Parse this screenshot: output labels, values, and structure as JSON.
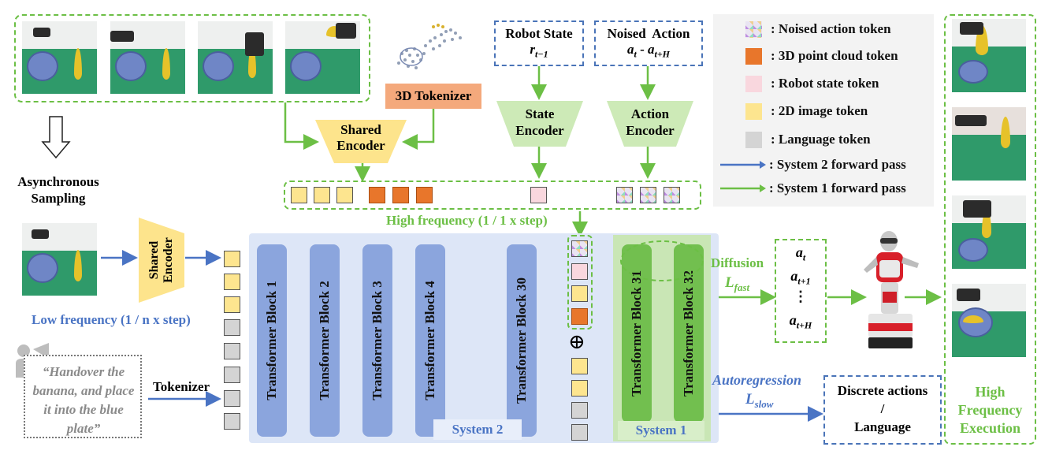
{
  "top": {
    "sampling_label_line1": "Asynchronous",
    "sampling_label_line2": "Sampling",
    "tokenizer_3d": "3D Tokenizer",
    "shared_encoder_line1": "Shared",
    "shared_encoder_line2": "Encoder",
    "robot_state_title": "Robot State",
    "robot_state_var": "r",
    "robot_state_sub": "t−1",
    "noised_action_title": "Noised  Action",
    "noised_action_var_a": "a",
    "noised_action_sub_a": "t",
    "noised_action_sep": " - ",
    "noised_action_var_b": "a",
    "noised_action_sub_b": "t+H",
    "state_encoder_line1": "State",
    "state_encoder_line2": "Encoder",
    "action_encoder_line1": "Action",
    "action_encoder_line2": "Encoder",
    "high_freq_label": "High frequency (1 / 1 x step)"
  },
  "legend": {
    "items": [
      {
        "label": ": Noised action token",
        "kind": "noise"
      },
      {
        "label": ": 3D point cloud token",
        "kind": "pointcloud"
      },
      {
        "label": ": Robot state token",
        "kind": "robotstate"
      },
      {
        "label": ": 2D image token",
        "kind": "image"
      },
      {
        "label": ": Language token",
        "kind": "language"
      }
    ],
    "system2_pass": ": System 2 forward pass",
    "system1_pass": ": System 1 forward pass",
    "color_system2": "#4a74c4",
    "color_system1": "#6cbf45"
  },
  "left": {
    "shared_encoder_line1": "Shared",
    "shared_encoder_line2": "Encoder",
    "low_freq_label": "Low frequency (1 / n x step)",
    "instruction": "“Handover the banana, and place it into the blue plate”",
    "tokenizer_label": "Tokenizer"
  },
  "transformer": {
    "blocks_s2": [
      "Transformer Block 1",
      "Transformer Block 2",
      "Transformer Block 3",
      "Transformer Block 4",
      "Transformer Block 30"
    ],
    "blocks_s1": [
      "Transformer Block 31",
      "Transformer Block 32"
    ],
    "system2_label": "System 2",
    "system1_label": "System 1",
    "oplus": "⊕"
  },
  "outputs": {
    "diffusion_label": "Diffusion",
    "l_fast_main": "L",
    "l_fast_sub": "fast",
    "actions": [
      {
        "var": "a",
        "sub": "t"
      },
      {
        "var": "a",
        "sub": "t+1"
      },
      {
        "var": "⋮",
        "sub": ""
      },
      {
        "var": "a",
        "sub": "t+H"
      }
    ],
    "autoregression_label": "Autoregression",
    "l_slow_main": "L",
    "l_slow_sub": "slow",
    "discrete_line1": "Discrete actions",
    "discrete_line2": "/",
    "discrete_line3": "Language",
    "execution_line1": "High",
    "execution_line2": "Frequency",
    "execution_line3": "Execution"
  },
  "colors": {
    "green": "#6cbf45",
    "blue": "#4a74c4",
    "tokenizer_orange": "#f4a97c",
    "encoder_yellow": "#fde48c",
    "transformer_bg": "#dde6f7"
  }
}
